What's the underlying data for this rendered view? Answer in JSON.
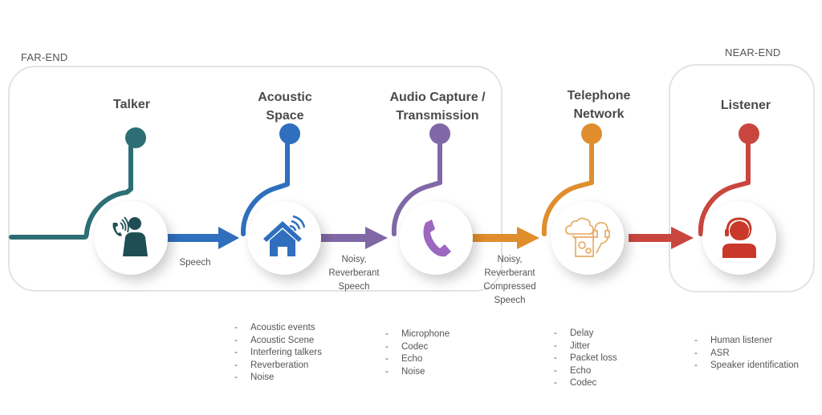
{
  "regions": {
    "far_end": "FAR-END",
    "near_end": "NEAR-END"
  },
  "colors": {
    "talker": "#2d6e74",
    "acoustic_space": "#2f6fbd",
    "audio_capture": "#8068a6",
    "telephone_network": "#e08e2d",
    "listener": "#c9463f",
    "box_border": "#e3e3e3",
    "text": "#4a4a4a"
  },
  "stages": [
    {
      "id": "talker",
      "title": "Talker",
      "icon": "person-with-phone-icon"
    },
    {
      "id": "acoustic_space",
      "title": "Acoustic Space",
      "icon": "house-signal-icon"
    },
    {
      "id": "audio_capture",
      "title": "Audio Capture / Transmission",
      "icon": "phone-handset-icon"
    },
    {
      "id": "telephone_network",
      "title": "Telephone Network",
      "icon": "cloud-network-headset-icon"
    },
    {
      "id": "listener",
      "title": "Listener",
      "icon": "person-headset-icon"
    }
  ],
  "stage_title_lines": {
    "talker": [
      "Talker"
    ],
    "acoustic_space": [
      "Acoustic",
      "Space"
    ],
    "audio_capture": [
      "Audio Capture /",
      "Transmission"
    ],
    "telephone_network": [
      "Telephone",
      "Network"
    ],
    "listener": [
      "Listener"
    ]
  },
  "flows": [
    {
      "from": "talker",
      "to": "acoustic_space",
      "label_lines": [
        "Speech"
      ]
    },
    {
      "from": "acoustic_space",
      "to": "audio_capture",
      "label_lines": [
        "Noisy,",
        "Reverberant",
        "Speech"
      ]
    },
    {
      "from": "audio_capture",
      "to": "telephone_network",
      "label_lines": [
        "Noisy,",
        "Reverberant",
        "Compressed",
        "Speech"
      ]
    },
    {
      "from": "telephone_network",
      "to": "listener",
      "label_lines": []
    }
  ],
  "parameters": {
    "acoustic_space": [
      "Acoustic events",
      "Acoustic Scene",
      "Interfering talkers",
      "Reverberation",
      "Noise"
    ],
    "audio_capture": [
      "Microphone",
      "Codec",
      "Echo",
      "Noise"
    ],
    "telephone_network": [
      "Delay",
      "Jitter",
      "Packet loss",
      "Echo",
      "Codec"
    ],
    "listener": [
      "Human listener",
      "ASR",
      "Speaker identification"
    ]
  },
  "list_bullet": "-"
}
